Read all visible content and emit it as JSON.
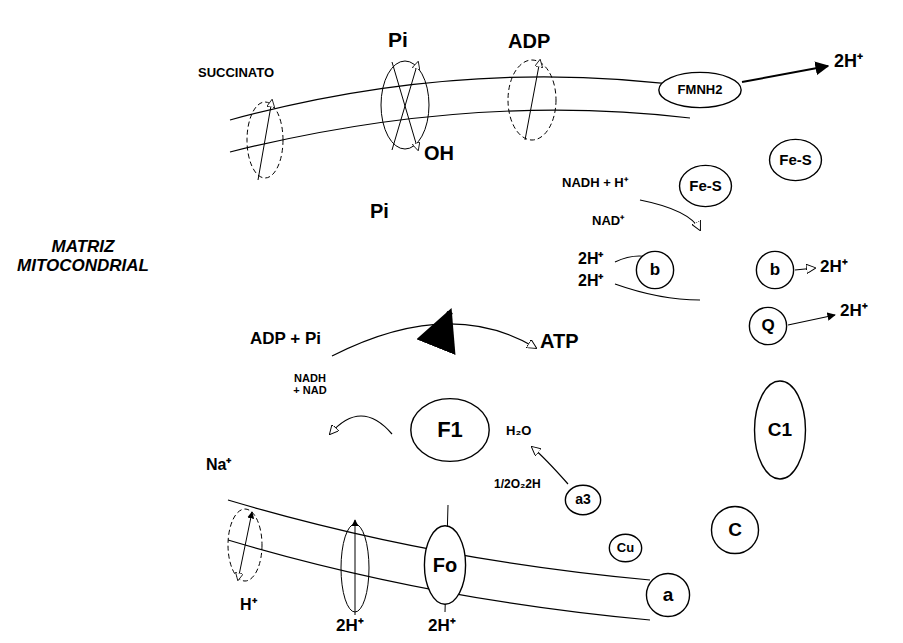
{
  "diagram": {
    "nodes": [
      {
        "text": [
          "FMNH2"
        ]
      },
      {
        "text": [
          "Fe-S"
        ]
      },
      {
        "text": [
          "Fe-S"
        ]
      },
      {
        "text": [
          "b"
        ]
      },
      {
        "text": [
          "b"
        ]
      },
      {
        "text": [
          "Q"
        ]
      },
      {
        "text": [
          "C1"
        ]
      },
      {
        "text": [
          "C"
        ]
      },
      {
        "text": [
          "a"
        ]
      },
      {
        "text": [
          "Cu"
        ]
      },
      {
        "text": [
          "a3"
        ]
      },
      {
        "text": [
          "F1"
        ]
      },
      {
        "text": [
          "Fo"
        ]
      }
    ],
    "labels": [
      "SUCCINATO",
      "Pi",
      "ADP",
      "2H⁺",
      "OH",
      "Pi",
      "NADH + H⁺",
      "MATRIZ MITOCONDRIAL",
      "NAD⁺",
      "2H⁺",
      "2H⁺",
      "2H⁺",
      "2H⁺",
      "ADP + Pi",
      "ATP",
      "Na⁺",
      "NADH + NAD",
      "H₂O",
      "1/2O₂2H",
      "H⁺",
      "2H⁺",
      "2H⁺"
    ]
  }
}
